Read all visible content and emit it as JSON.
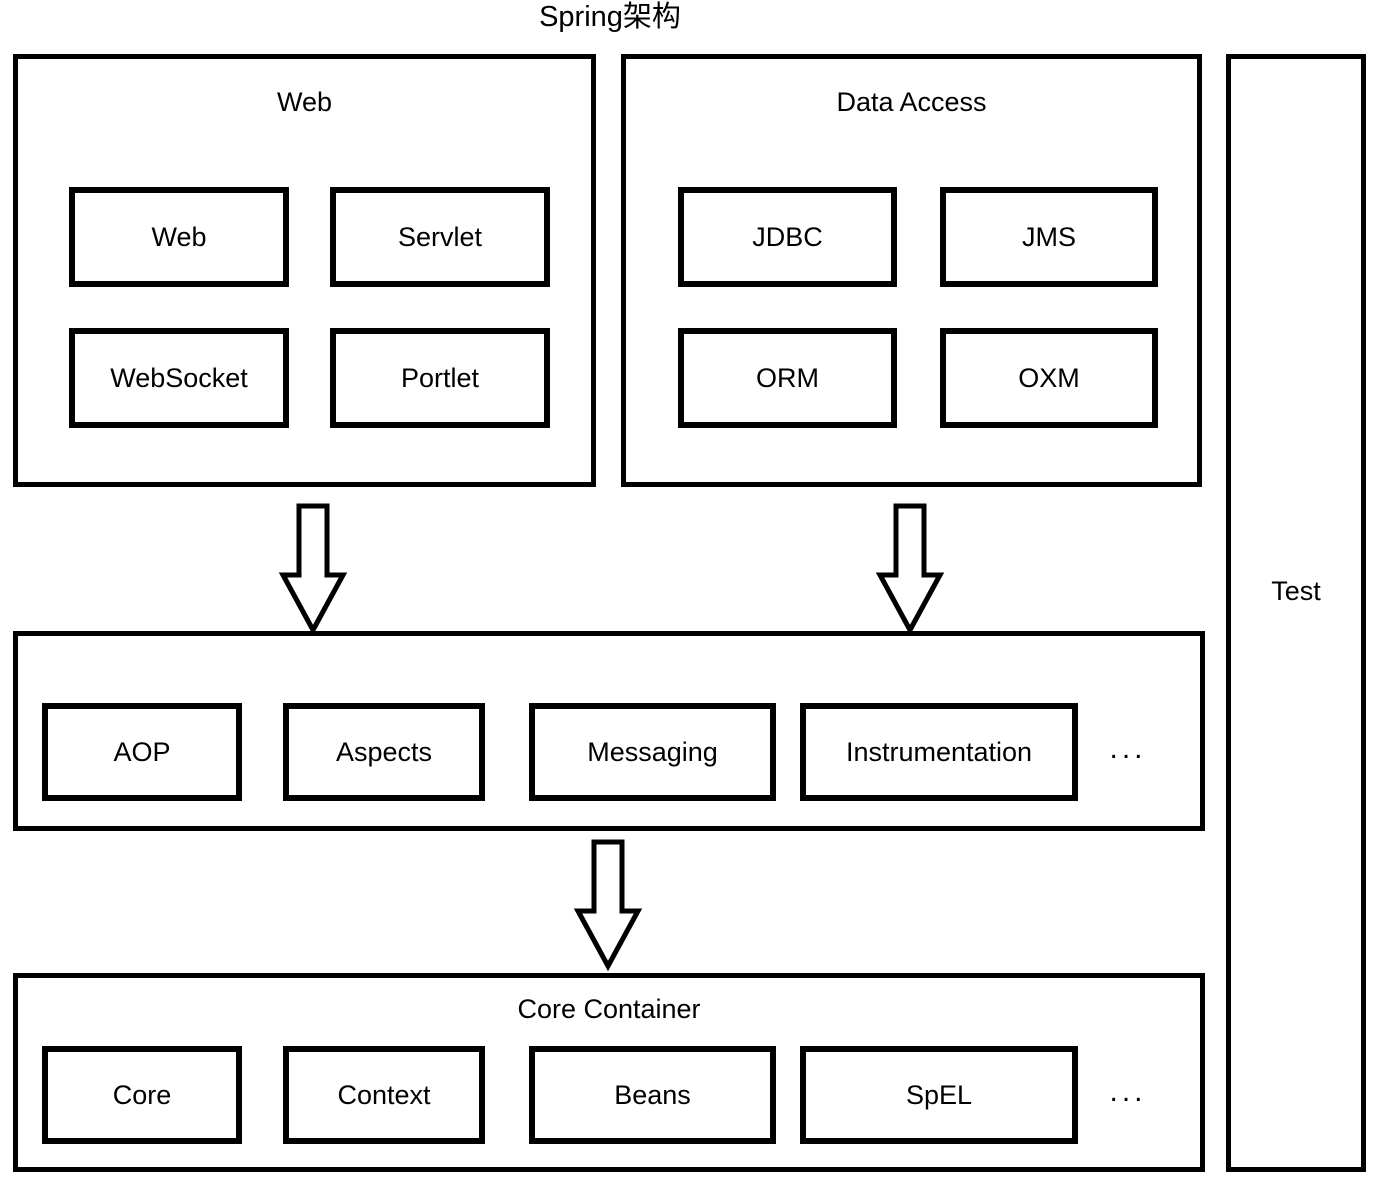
{
  "diagram_title": "Spring架构",
  "web_panel": {
    "title": "Web",
    "modules": [
      "Web",
      "Servlet",
      "WebSocket",
      "Portlet"
    ]
  },
  "data_access_panel": {
    "title": "Data Access",
    "modules": [
      "JDBC",
      "JMS",
      "ORM",
      "OXM"
    ]
  },
  "middleware_band": {
    "modules": [
      "AOP",
      "Aspects",
      "Messaging",
      "Instrumentation"
    ],
    "more": "..."
  },
  "core_container_panel": {
    "title": "Core Container",
    "modules": [
      "Core",
      "Context",
      "Beans",
      "SpEL"
    ],
    "more": "..."
  },
  "test_panel": {
    "title": "Test"
  },
  "colors": {
    "line": "#000000",
    "background": "#ffffff",
    "text": "#000000"
  }
}
